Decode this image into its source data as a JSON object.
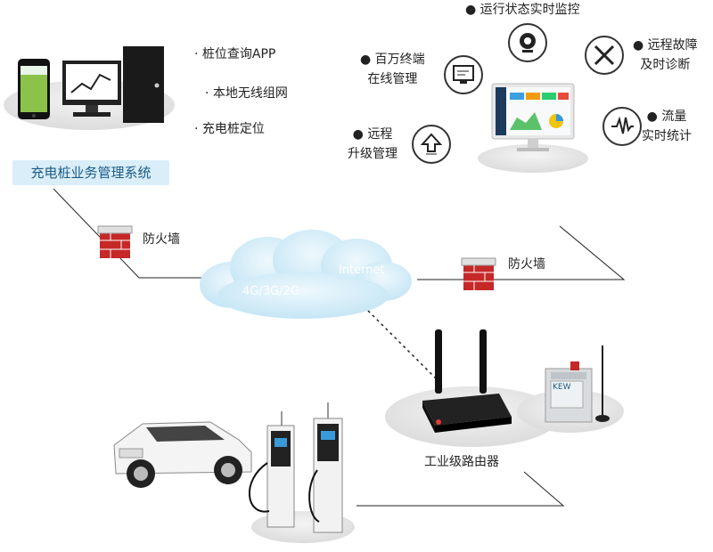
{
  "system": {
    "title": "充电桩业务管理系统",
    "features": [
      "桩位查询APP",
      "本地无线组网",
      "充电桩定位"
    ]
  },
  "monitor": {
    "items": {
      "run_status": "运行状态实时监控",
      "terminal_l1": "百万终端",
      "terminal_l2": "在线管理",
      "fault_l1": "远程故障",
      "fault_l2": "及时诊断",
      "upgrade_l1": "远程",
      "upgrade_l2": "升级管理",
      "traffic_l1": "流量",
      "traffic_l2": "实时统计"
    }
  },
  "network": {
    "firewall_left": "防火墙",
    "firewall_right": "防火墙",
    "cloud_internet": "Internet",
    "cloud_mobile": "4G/3G/2G"
  },
  "device": {
    "router_label": "工业级路由器",
    "module_brand": "KEW"
  }
}
